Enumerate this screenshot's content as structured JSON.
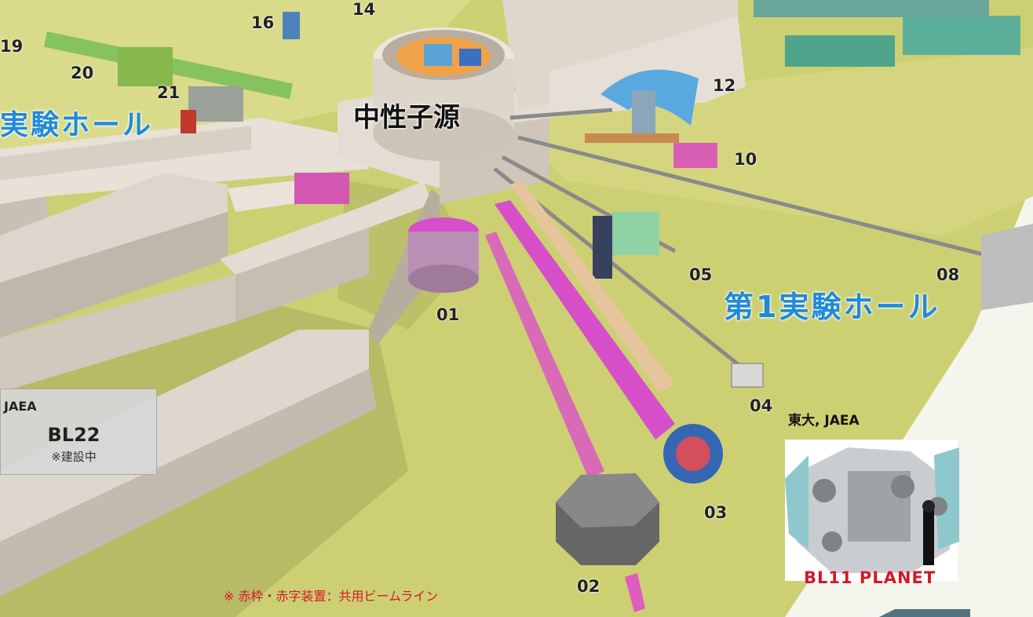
{
  "facility": {
    "source_label": "中性子源",
    "halls": {
      "hall1": "第1実験ホール",
      "hall2_partial": "実験ホール"
    }
  },
  "beamlines": {
    "bl01": "01",
    "bl02": "02",
    "bl03": "03",
    "bl04": "04",
    "bl05": "05",
    "bl08": "08",
    "bl10": "10",
    "bl12": "12",
    "bl14": "14",
    "bl16": "16",
    "bl19": "19",
    "bl20": "20",
    "bl21": "21"
  },
  "bl22_panel": {
    "org": "JAEA",
    "id": "BL22",
    "status": "※建設中"
  },
  "bl11_panel": {
    "org": "東大, JAEA",
    "name": "BL11  PLANET"
  },
  "footnote": "※ 赤枠・赤字装置：共用ビームライン",
  "colors": {
    "floor": "#cdcf73",
    "wall": "#d3cbc0",
    "hall_text": "#1f8ad8",
    "shared_text": "#d4192a",
    "magenta_device": "#d64fc9"
  }
}
